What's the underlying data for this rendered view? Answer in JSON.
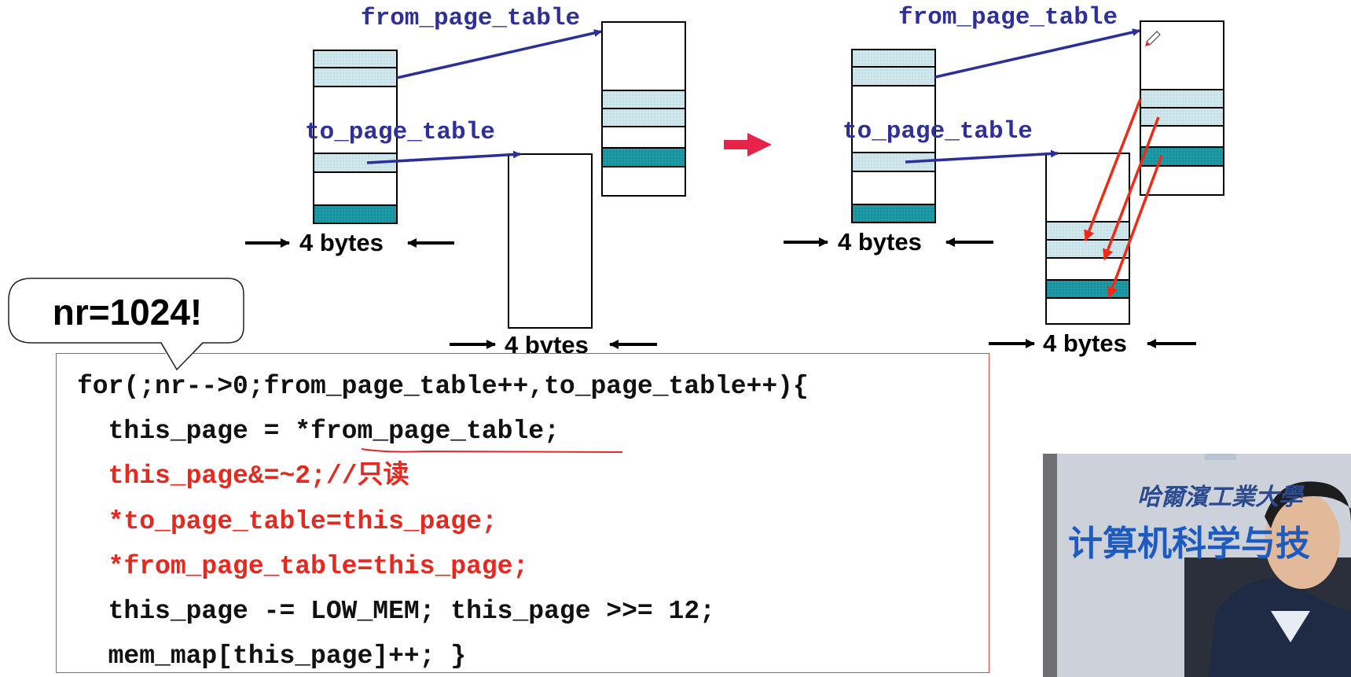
{
  "labels": {
    "from_page_table": "from_page_table",
    "to_page_table": "to_page_table",
    "four_bytes": "4 bytes"
  },
  "callout": {
    "text": "nr=1024!"
  },
  "code": {
    "lines": [
      {
        "text": "for(;nr-->0;from_page_table++,to_page_table++){",
        "color": "#111111"
      },
      {
        "text": "  this_page = *from_page_table;",
        "color": "#111111"
      },
      {
        "text": "  this_page&=~2;//只读",
        "color": "#e8281e"
      },
      {
        "text": "  *to_page_table=this_page;",
        "color": "#e8281e"
      },
      {
        "text": "  *from_page_table=this_page;",
        "color": "#e8281e"
      },
      {
        "text": "  this_page -= LOW_MEM; this_page >>= 12;",
        "color": "#111111"
      },
      {
        "text": "  mem_map[this_page]++; }",
        "color": "#111111"
      }
    ]
  },
  "video": {
    "subtitle": "哈爾濱工業大學",
    "title": "计算机科学与技"
  },
  "colors": {
    "label_blue": "#2e2f9a",
    "pointer_blue": "#2b2f9c",
    "entry_light": "#cfe6ec",
    "entry_dark": "#1f9ba8",
    "copy_arrow": "#f02a14",
    "transition_arrow": "#e8234a",
    "code_border": "#d84a3c"
  },
  "icons": [
    "pencil-cursor-icon",
    "transition-arrow-icon"
  ]
}
